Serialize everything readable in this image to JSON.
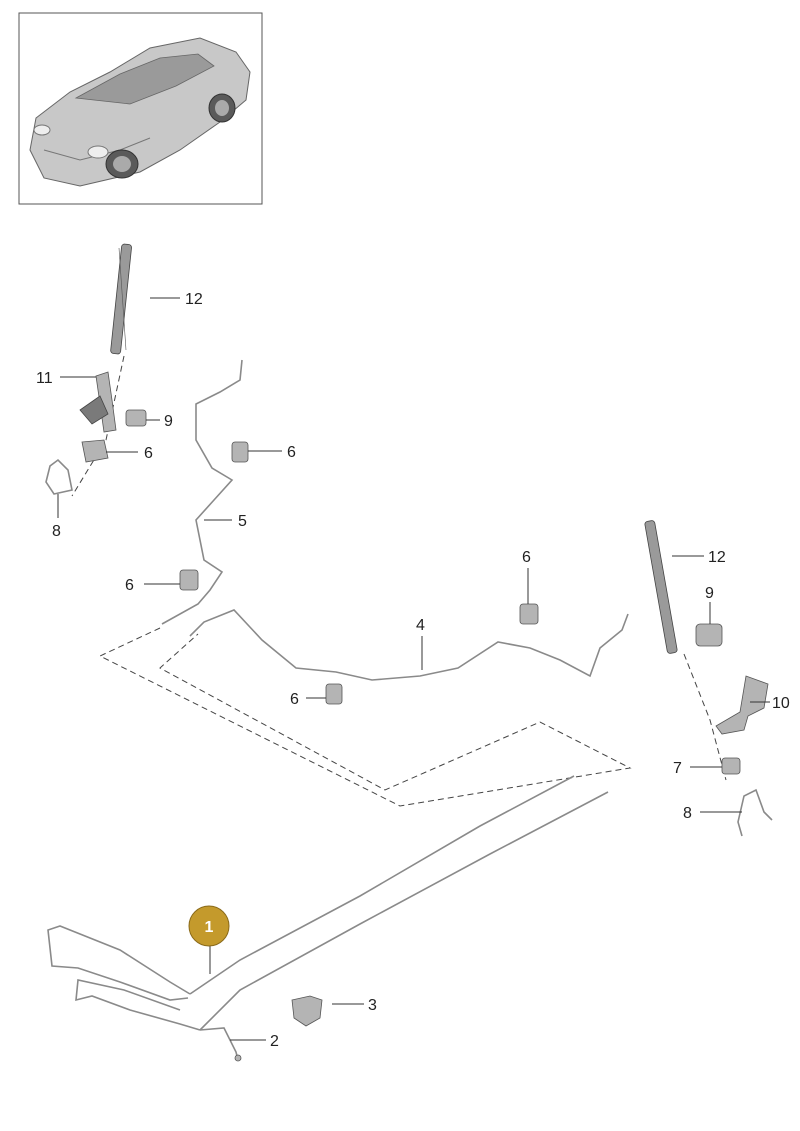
{
  "callouts": {
    "c1": "1",
    "c2": "2",
    "c3": "3",
    "c4": "4",
    "c5": "5",
    "c6a": "6",
    "c6b": "6",
    "c6c": "6",
    "c6d": "6",
    "c6e": "6",
    "c7": "7",
    "c8a": "8",
    "c8b": "8",
    "c9a": "9",
    "c9b": "9",
    "c10": "10",
    "c11": "11",
    "c12a": "12",
    "c12b": "12"
  },
  "colors": {
    "highlight_badge": "#c49a2c",
    "pipe": "#8a8a8a",
    "thumbnail_border": "#555555"
  },
  "icons": {
    "thumbnail": "car-thumbnail-icon"
  }
}
